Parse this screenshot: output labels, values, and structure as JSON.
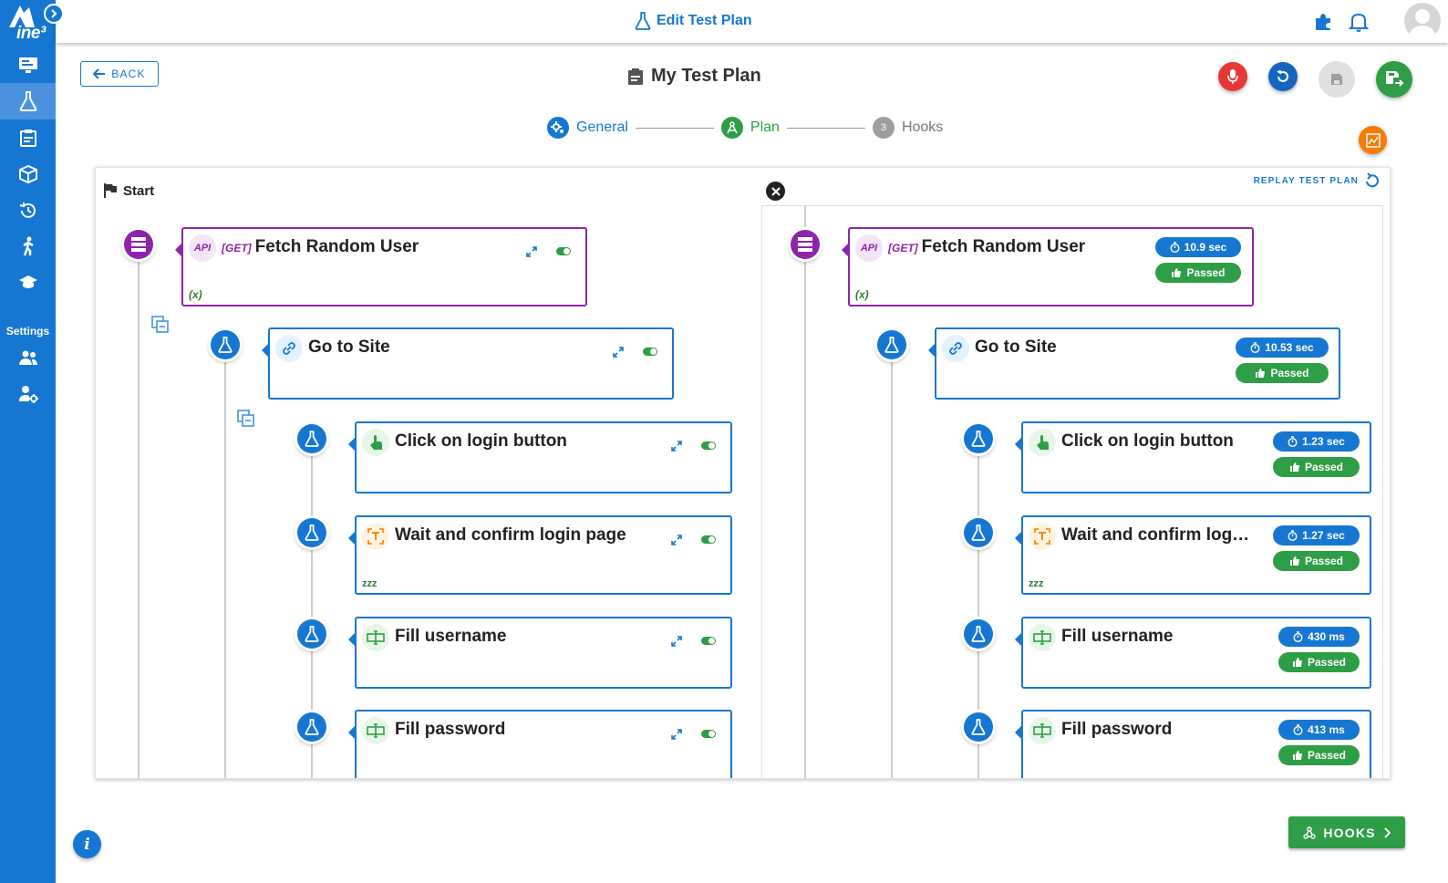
{
  "app": {
    "logo_text": "ine³",
    "title": "Edit Test Plan"
  },
  "sidebar": {
    "settings_label": "Settings"
  },
  "header": {
    "back_label": "BACK",
    "plan_title": "My Test Plan"
  },
  "stepper": {
    "steps": [
      {
        "label": "General",
        "state": "done"
      },
      {
        "label": "Plan",
        "state": "active"
      },
      {
        "number": "3",
        "label": "Hooks",
        "state": "pending"
      }
    ]
  },
  "canvas": {
    "start_label": "Start",
    "replay_label": "REPLAY TEST PLAN",
    "api_badge": "API",
    "method": "[GET]",
    "var_marker": "(x)",
    "sleep_marker": "zzz",
    "steps": [
      {
        "name": "Fetch Random User",
        "type": "api",
        "time": "10.9 sec",
        "status": "Passed"
      },
      {
        "name": "Go to Site",
        "type": "navigate",
        "time": "10.53 sec",
        "status": "Passed"
      },
      {
        "name": "Click on login button",
        "type": "click",
        "time": "1.23 sec",
        "status": "Passed"
      },
      {
        "name": "Wait and confirm login page",
        "name_truncated": "Wait and confirm log…",
        "type": "text-assert",
        "time": "1.27 sec",
        "status": "Passed"
      },
      {
        "name": "Fill username",
        "type": "input",
        "time": "430 ms",
        "status": "Passed"
      },
      {
        "name": "Fill password",
        "type": "input",
        "time": "413 ms",
        "status": "Passed"
      }
    ]
  },
  "footer": {
    "hooks_label": "HOOKS",
    "info_label": "i"
  },
  "colors": {
    "primary": "#1677d2",
    "api": "#8e24aa",
    "success": "#2e9e46",
    "record": "#e53935",
    "chart": "#f57c00"
  }
}
